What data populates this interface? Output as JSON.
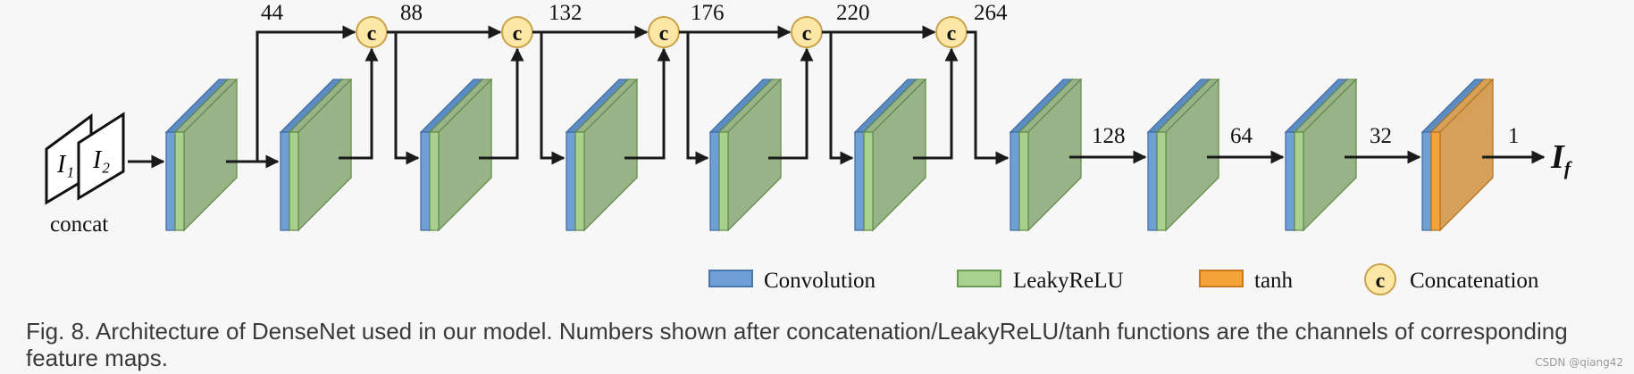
{
  "input": {
    "images": [
      "I₁",
      "I₂"
    ],
    "label": "concat"
  },
  "channels": {
    "concat": [
      "44",
      "88",
      "132",
      "176",
      "220",
      "264"
    ],
    "tail": [
      "128",
      "64",
      "32",
      "1"
    ]
  },
  "concat_symbol": "c",
  "output": {
    "main": "I",
    "sub": "f"
  },
  "legend": {
    "convolution": "Convolution",
    "leakyrelu": "LeakyReLU",
    "tanh": "tanh",
    "concatenation": "Concatenation"
  },
  "colors": {
    "convolution": "#6f9fd4",
    "leakyrelu": "#a9d08e",
    "block_body": "#98b388",
    "tanh": "#f4a23a",
    "tanh_body": "#d6a05a",
    "concat_node": "#fde7a7",
    "arrow": "#1a1a1a"
  },
  "caption": "Fig. 8. Architecture of DenseNet used in our model. Numbers shown after concatenation/LeakyReLU/tanh functions are the channels of corresponding feature maps.",
  "watermark": "CSDN @qiang42"
}
